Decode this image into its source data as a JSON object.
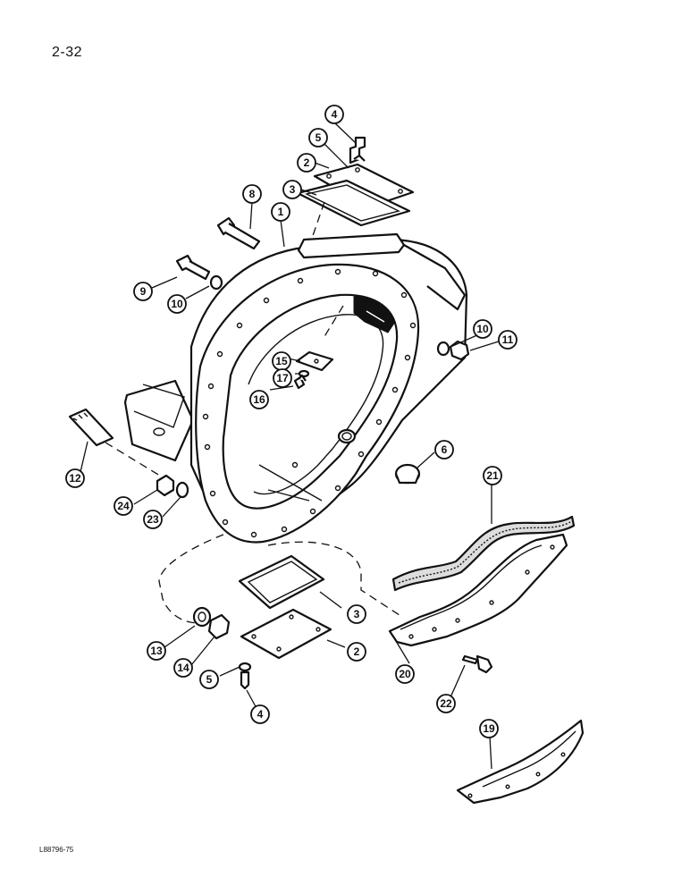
{
  "page_number": "2-32",
  "figure_code": "L88796-75",
  "callouts": [
    {
      "label": "4"
    },
    {
      "label": "5"
    },
    {
      "label": "2"
    },
    {
      "label": "3"
    },
    {
      "label": "8"
    },
    {
      "label": "1"
    },
    {
      "label": "9"
    },
    {
      "label": "10"
    },
    {
      "label": "10"
    },
    {
      "label": "11"
    },
    {
      "label": "15"
    },
    {
      "label": "17"
    },
    {
      "label": "16"
    },
    {
      "label": "6"
    },
    {
      "label": "12"
    },
    {
      "label": "21"
    },
    {
      "label": "24"
    },
    {
      "label": "23"
    },
    {
      "label": "3"
    },
    {
      "label": "13"
    },
    {
      "label": "14"
    },
    {
      "label": "2"
    },
    {
      "label": "5"
    },
    {
      "label": "4"
    },
    {
      "label": "20"
    },
    {
      "label": "22"
    },
    {
      "label": "19"
    }
  ]
}
